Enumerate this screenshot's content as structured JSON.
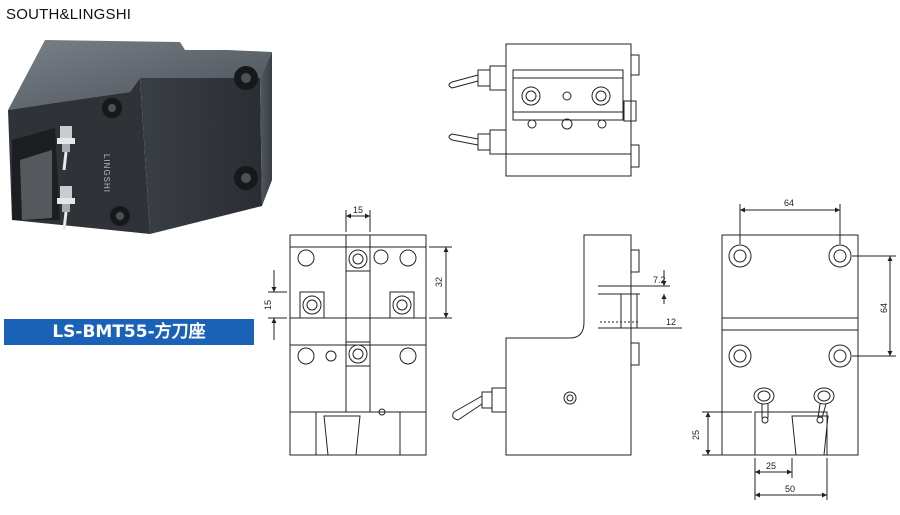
{
  "brand": "SOUTH&LINGSHI",
  "model_title": "LS-BMT55-方刀座",
  "photo": {
    "engraving": "LINGSHI"
  },
  "dimensions": {
    "front_top_width": "15",
    "front_vertical_32": "32",
    "front_left_15": "15",
    "side_slot_7_2": "7.2",
    "side_slot_12": "12",
    "back_hole_spacing_horizontal": "64",
    "back_hole_spacing_vertical": "64",
    "back_height_25": "25",
    "back_width_25": "25",
    "back_width_50": "50"
  },
  "colors": {
    "banner": "#1a62b8",
    "line": "#222222",
    "block_dark": "#3d4248"
  }
}
